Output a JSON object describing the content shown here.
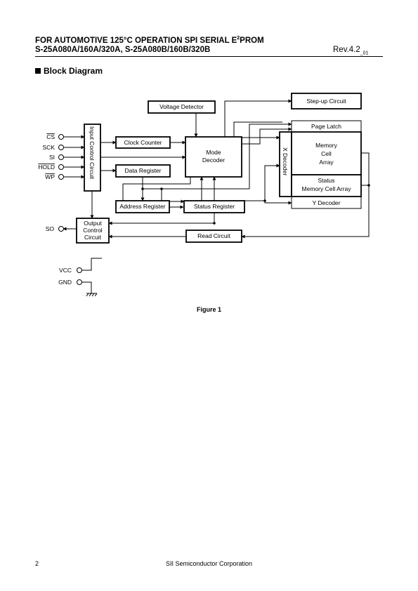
{
  "header": {
    "line1_main": "FOR AUTOMOTIVE 125°C OPERATION SPI SERIAL E",
    "line1_sup": "2",
    "line1_end": "PROM",
    "line2": "S-25A080A/160A/320A, S-25A080B/160B/320B",
    "revision_main": "Rev.4.2",
    "revision_sub": "_01"
  },
  "section_title": "Block Diagram",
  "diagram": {
    "pins": {
      "cs": "CS",
      "sck": "SCK",
      "si": "SI",
      "hold": "HOLD",
      "wp": "WP",
      "so": "SO",
      "vcc": "VCC",
      "gnd": "GND"
    },
    "blocks": {
      "input_control": "Input Control Circuit",
      "clock_counter": "Clock Counter",
      "data_register": "Data Register",
      "voltage_detector": "Voltage Detector",
      "mode_decoder_line1": "Mode",
      "mode_decoder_line2": "Decoder",
      "stepup": "Step-up Circuit",
      "page_latch": "Page Latch",
      "x_decoder": "X Decoder",
      "memory_line1": "Memory",
      "memory_line2": "Cell",
      "memory_line3": "Array",
      "status_mem_line1": "Status",
      "status_mem_line2": "Memory Cell Array",
      "y_decoder": "Y Decoder",
      "address_register": "Address Register",
      "status_register": "Status Register",
      "output_line1": "Output",
      "output_line2": "Control",
      "output_line3": "Circuit",
      "read_circuit": "Read Circuit"
    }
  },
  "figure_caption": "Figure 1",
  "footer": {
    "page_number": "2",
    "company": "SII Semiconductor Corporation"
  }
}
